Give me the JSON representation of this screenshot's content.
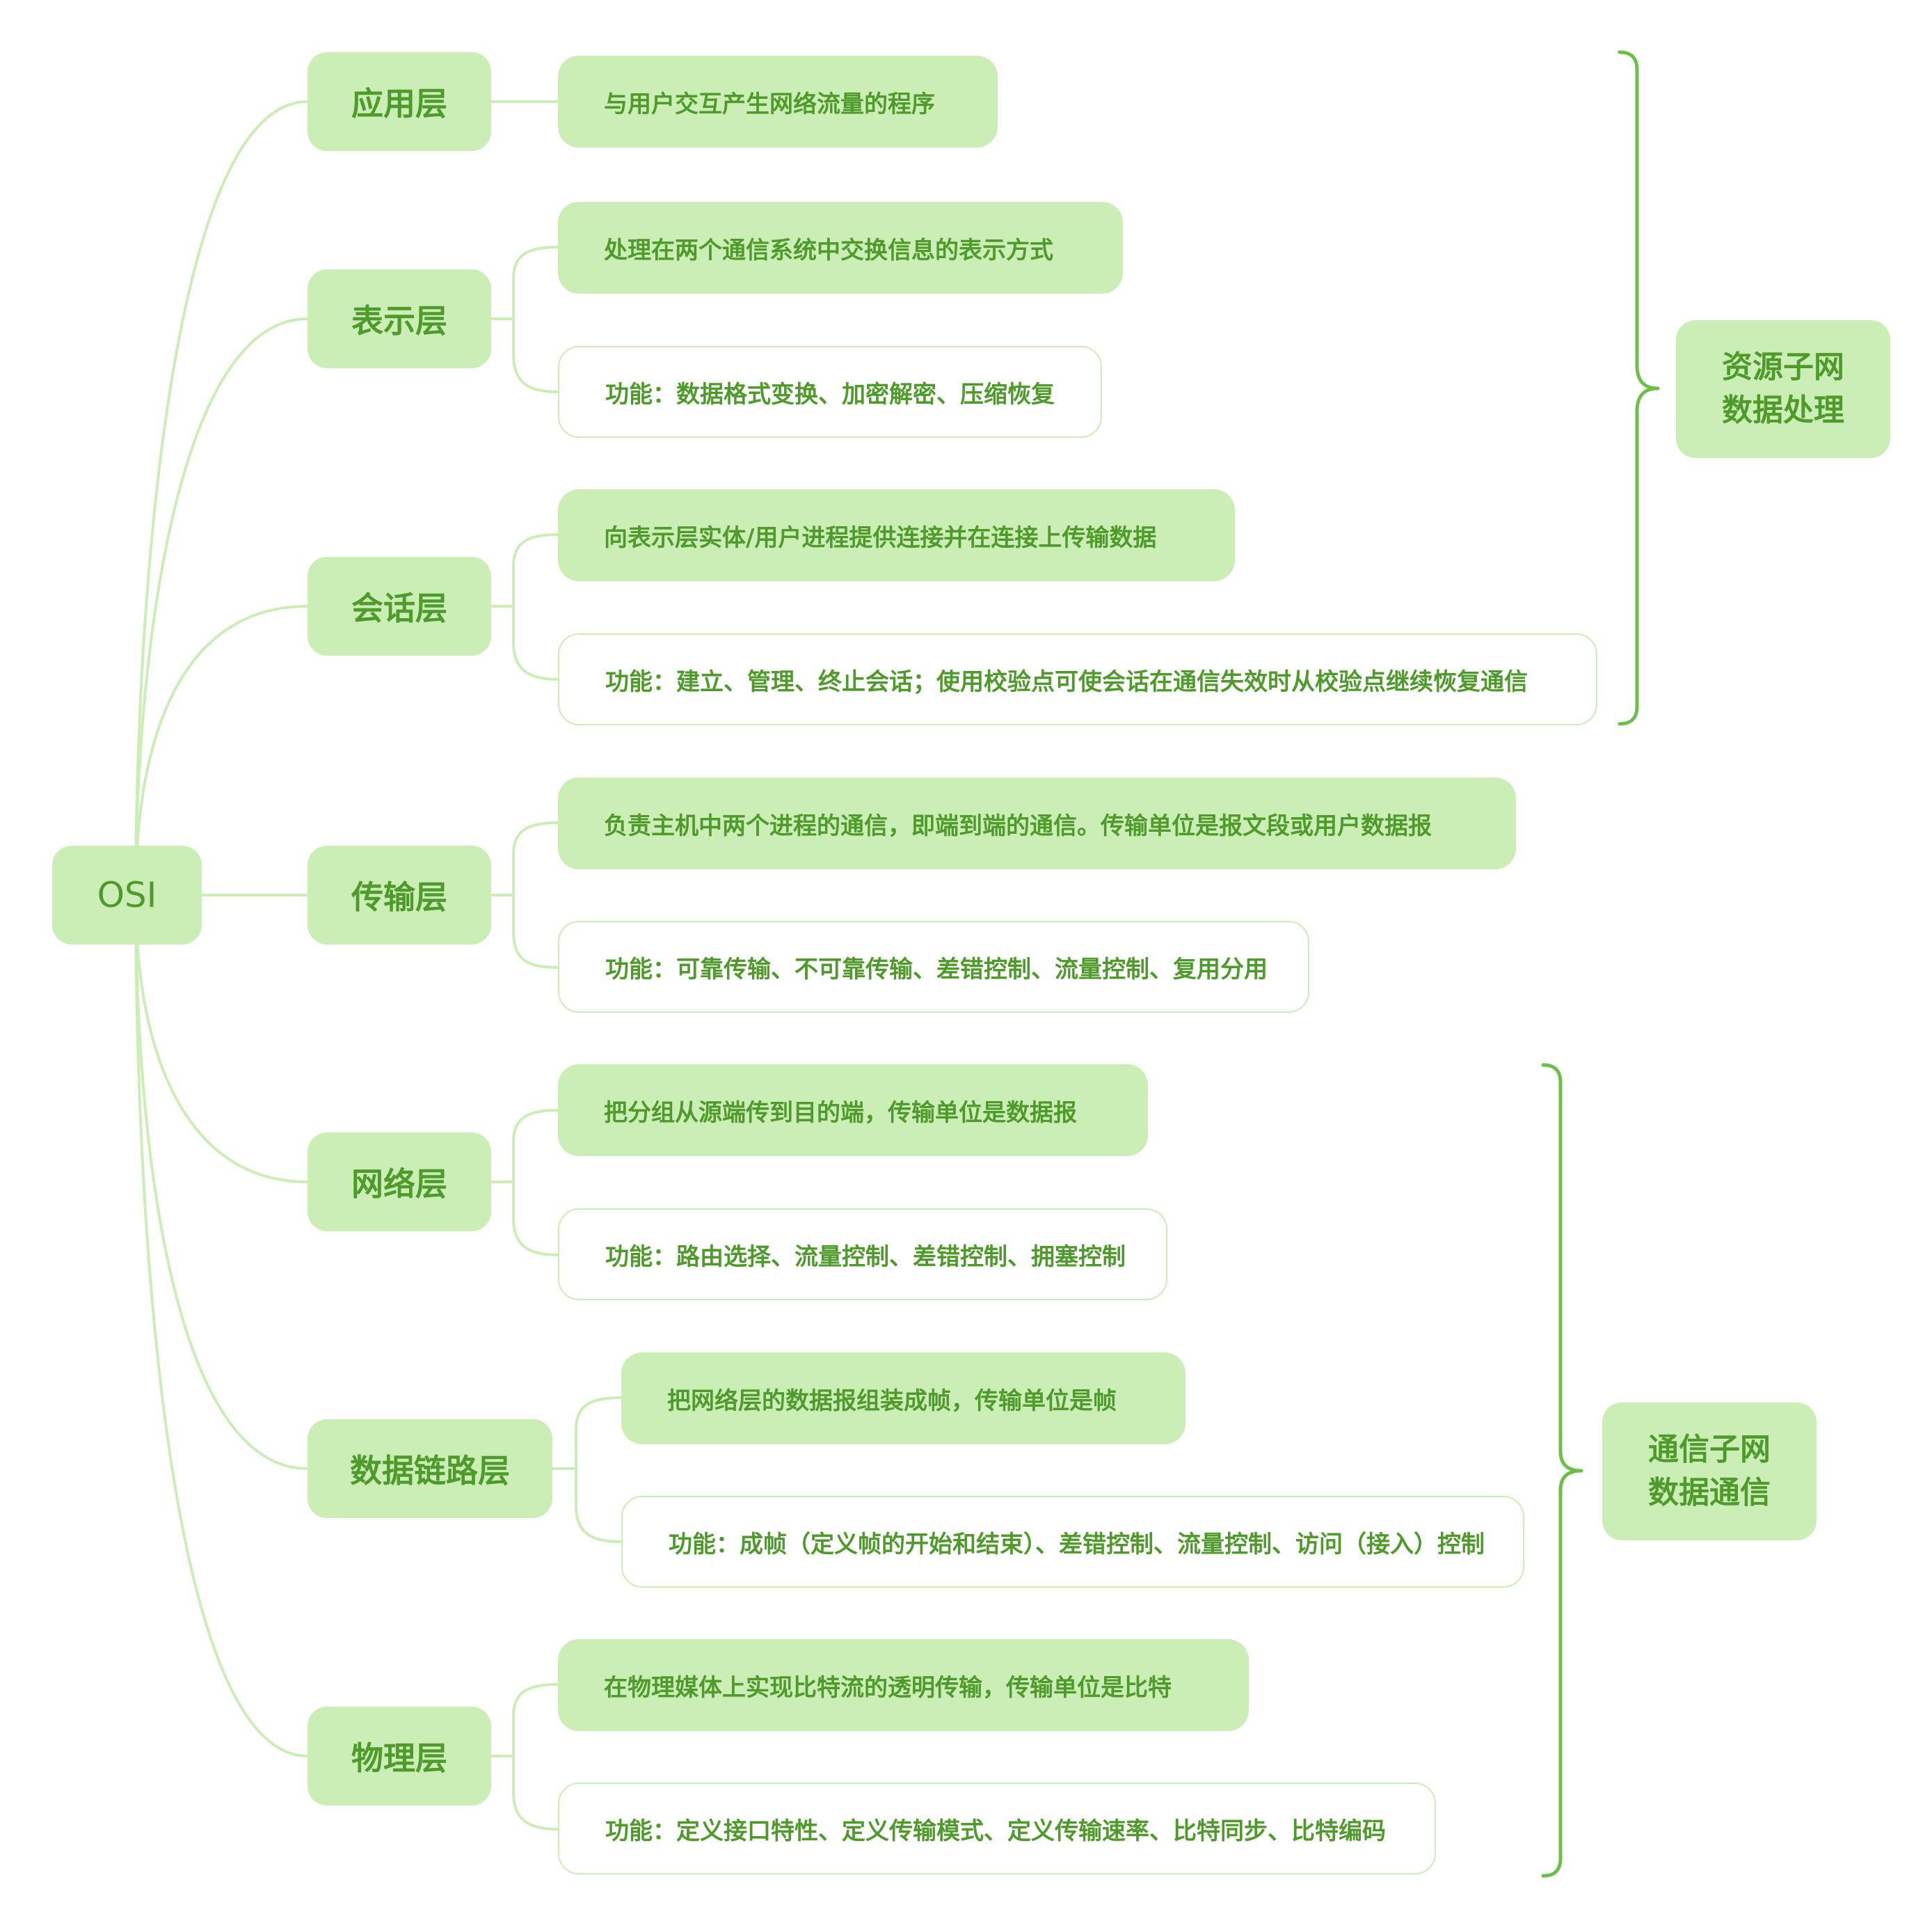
{
  "root": {
    "label": "OSI"
  },
  "layers": [
    {
      "name": "应用层",
      "nodes": [
        {
          "text": "与用户交互产生网络流量的程序",
          "style": "filled"
        }
      ]
    },
    {
      "name": "表示层",
      "nodes": [
        {
          "text": "处理在两个通信系统中交换信息的表示方式",
          "style": "filled"
        },
        {
          "text": "功能：数据格式变换、加密解密、压缩恢复",
          "style": "outline"
        }
      ]
    },
    {
      "name": "会话层",
      "nodes": [
        {
          "text": "向表示层实体/用户进程提供连接并在连接上传输数据",
          "style": "filled"
        },
        {
          "text": "功能：建立、管理、终止会话；使用校验点可使会话在通信失效时从校验点继续恢复通信",
          "style": "outline"
        }
      ]
    },
    {
      "name": "传输层",
      "nodes": [
        {
          "text": "负责主机中两个进程的通信，即端到端的通信。传输单位是报文段或用户数据报",
          "style": "filled"
        },
        {
          "text": "功能：可靠传输、不可靠传输、差错控制、流量控制、复用分用",
          "style": "outline"
        }
      ]
    },
    {
      "name": "网络层",
      "nodes": [
        {
          "text": "把分组从源端传到目的端，传输单位是数据报",
          "style": "filled"
        },
        {
          "text": "功能：路由选择、流量控制、差错控制、拥塞控制",
          "style": "outline"
        }
      ]
    },
    {
      "name": "数据链路层",
      "nodes": [
        {
          "text": "把网络层的数据报组装成帧，传输单位是帧",
          "style": "filled"
        },
        {
          "text": "功能：成帧（定义帧的开始和结束）、差错控制、流量控制、访问（接入）控制",
          "style": "outline"
        }
      ]
    },
    {
      "name": "物理层",
      "nodes": [
        {
          "text": "在物理媒体上实现比特流的透明传输，传输单位是比特",
          "style": "filled"
        },
        {
          "text": "功能：定义接口特性、定义传输模式、定义传输速率、比特同步、比特编码",
          "style": "outline"
        }
      ]
    }
  ],
  "groups": [
    {
      "line1": "资源子网",
      "line2": "数据处理"
    },
    {
      "line1": "通信子网",
      "line2": "数据通信"
    }
  ],
  "colors": {
    "node_fill": "#cbeeb7",
    "text": "#4e9a2a",
    "link": "#cbeeb7",
    "brace": "#6cc04a"
  }
}
